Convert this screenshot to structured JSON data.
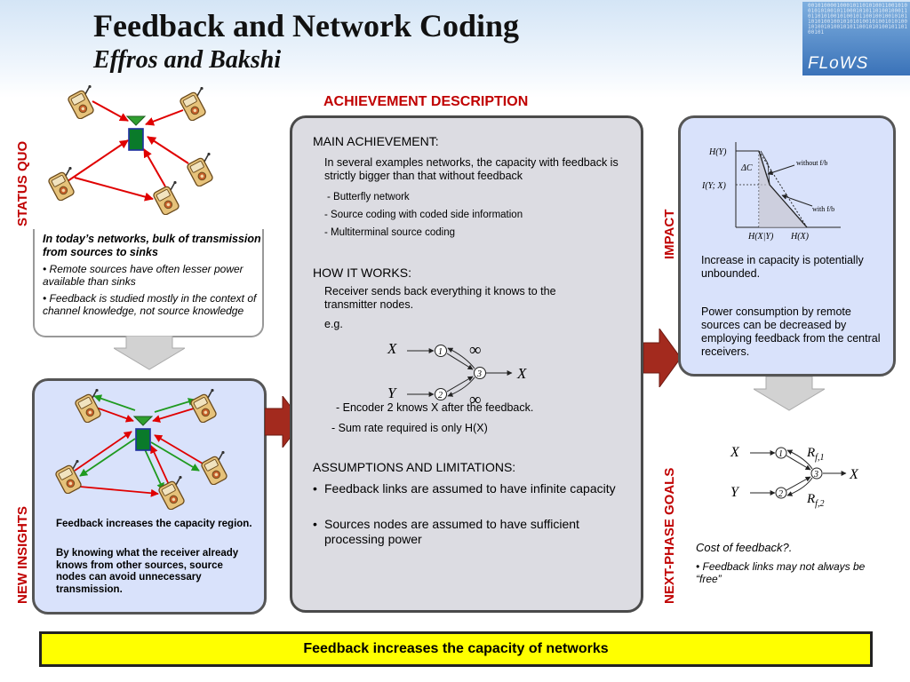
{
  "header": {
    "title": "Feedback and Network Coding",
    "subtitle": "Effros and Bakshi",
    "logo_text": "FLoWS",
    "logo_bits": "0010100001000101101010011001010010101001011000101011010010001101101010010100101100100100101011010100100101010100101001010100101001010010101100101010010110100101"
  },
  "sections": {
    "status_quo": "STATUS QUO",
    "new_insights": "NEW INSIGHTS",
    "achievement": "ACHIEVEMENT DESCRIPTION",
    "impact": "IMPACT",
    "next_phase": "NEXT-PHASE GOALS"
  },
  "status_quo": {
    "heading": "In today’s networks, bulk of transmission from sources to sinks",
    "bullets": [
      "Remote sources have often lesser power available than sinks",
      "Feedback is studied mostly in the context of channel knowledge, not source knowledge"
    ]
  },
  "new_insights": {
    "line1": "Feedback increases the capacity region.",
    "line2": "By knowing what the receiver already knows from other sources, source nodes can avoid unnecessary transmission."
  },
  "achievement": {
    "main_heading": "MAIN ACHIEVEMENT:",
    "main_text": "In several examples networks, the capacity with feedback is strictly bigger than that without feedback",
    "main_items": [
      "- Butterfly network",
      "- Source coding with coded side information",
      "- Multiterminal source coding"
    ],
    "how_heading": "HOW IT WORKS:",
    "how_text": "Receiver sends back everything it knows to the transmitter nodes.",
    "eg": "e.g.",
    "how_items": [
      "- Encoder 2 knows X after the feedback.",
      "- Sum rate required is only H(X)"
    ],
    "assump_heading": "ASSUMPTIONS AND LIMITATIONS:",
    "assump_items": [
      "Feedback links are assumed to have infinite capacity",
      "Sources nodes  are assumed to have  sufficient processing power"
    ],
    "diagram": {
      "x": "X",
      "y": "Y",
      "out": "X",
      "n1": "1",
      "n2": "2",
      "n3": "3",
      "inf": "∞"
    }
  },
  "impact": {
    "chart": {
      "hy": "H(Y)",
      "iyx": "I(Y; X)",
      "dc": "ΔC",
      "without": "without f/b",
      "with": "with f/b",
      "hxy": "H(X|Y)",
      "hx": "H(X)"
    },
    "p1": "Increase in capacity is potentially unbounded.",
    "p2": "Power consumption by remote sources can be decreased by employing feedback from the central receivers."
  },
  "next_phase": {
    "diagram": {
      "x": "X",
      "y": "Y",
      "out": "X",
      "n1": "1",
      "n2": "2",
      "n3": "3",
      "r": "R",
      "sub1": "f,1",
      "sub2": "f,2"
    },
    "heading": "Cost of feedback?.",
    "bullet": "Feedback links may not always be “free”"
  },
  "banner": "Feedback increases the capacity of networks"
}
